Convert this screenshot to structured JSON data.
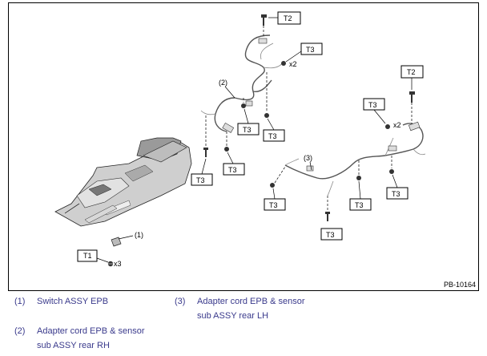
{
  "figure_code": "PB-10164",
  "torque_labels": {
    "t1": "T1",
    "t2": "T2",
    "t3": "T3"
  },
  "quantities": {
    "x2": "x2",
    "x3": "x3"
  },
  "callouts": {
    "c1": "(1)",
    "c2": "(2)",
    "c3": "(3)"
  },
  "legend": [
    {
      "num": "(1)",
      "line1": "Switch ASSY EPB",
      "line2": ""
    },
    {
      "num": "(2)",
      "line1": "Adapter cord EPB & sensor",
      "line2": "sub ASSY rear RH"
    },
    {
      "num": "(3)",
      "line1": "Adapter cord EPB & sensor",
      "line2": "sub ASSY rear LH"
    }
  ]
}
